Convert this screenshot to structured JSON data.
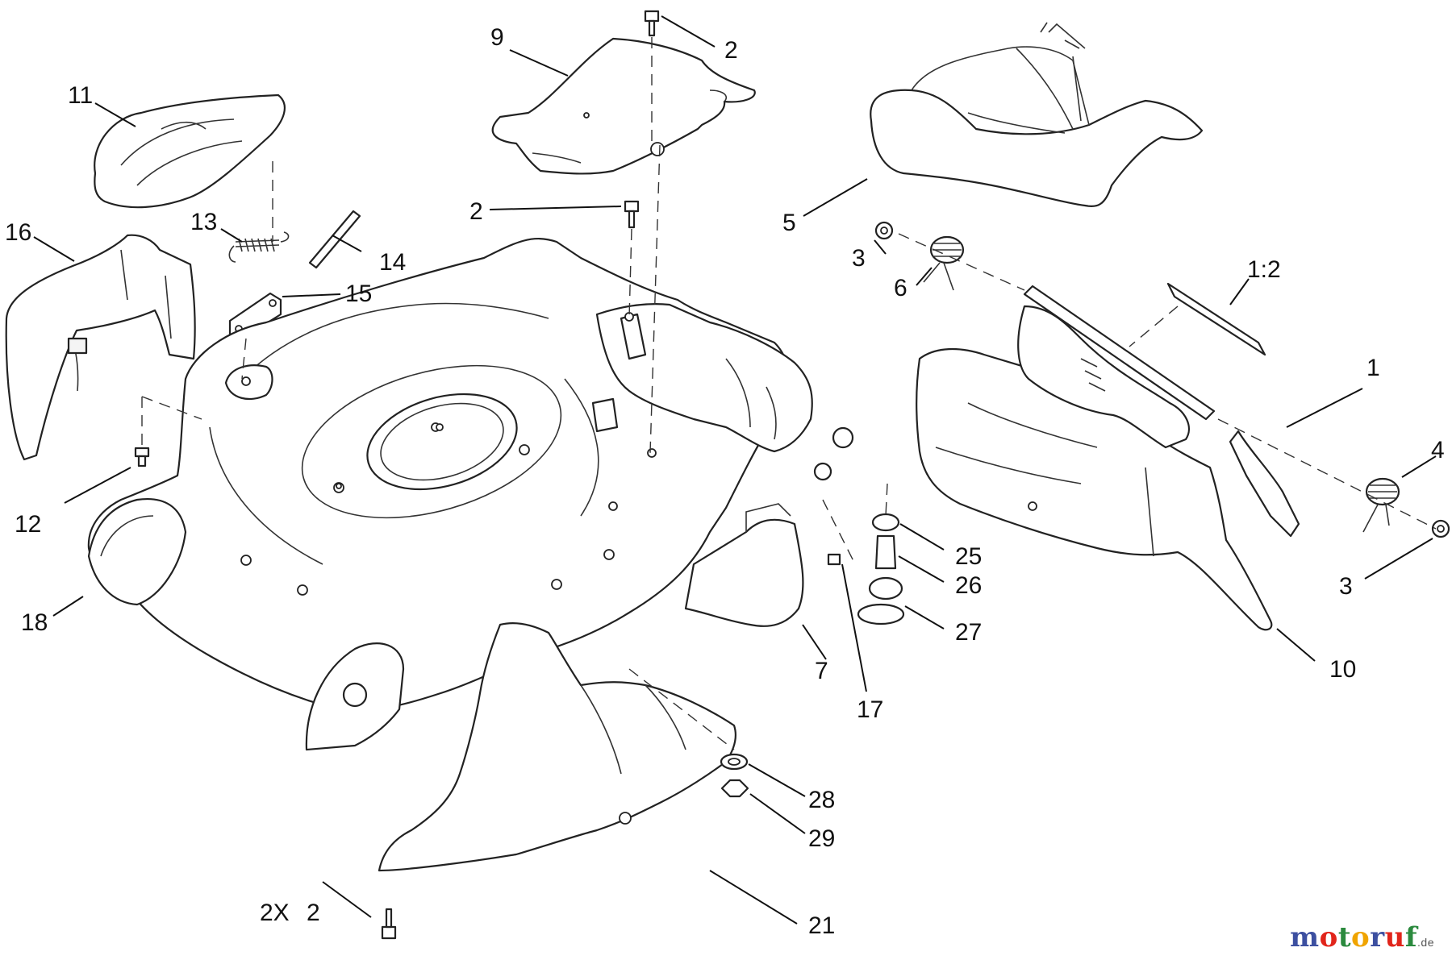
{
  "callouts": [
    {
      "id": "c11",
      "text": "11"
    },
    {
      "id": "c16",
      "text": "16"
    },
    {
      "id": "c13",
      "text": "13"
    },
    {
      "id": "c14",
      "text": "14"
    },
    {
      "id": "c15",
      "text": "15"
    },
    {
      "id": "c12",
      "text": "12"
    },
    {
      "id": "c18",
      "text": "18"
    },
    {
      "id": "c9",
      "text": "9"
    },
    {
      "id": "c2a",
      "text": "2"
    },
    {
      "id": "c2b",
      "text": "2"
    },
    {
      "id": "c5",
      "text": "5"
    },
    {
      "id": "c3a",
      "text": "3"
    },
    {
      "id": "c6",
      "text": "6"
    },
    {
      "id": "c12r",
      "text": "1:2"
    },
    {
      "id": "c1",
      "text": "1"
    },
    {
      "id": "c4",
      "text": "4"
    },
    {
      "id": "c3b",
      "text": "3"
    },
    {
      "id": "c10",
      "text": "10"
    },
    {
      "id": "c25",
      "text": "25"
    },
    {
      "id": "c26",
      "text": "26"
    },
    {
      "id": "c27",
      "text": "27"
    },
    {
      "id": "c7",
      "text": "7"
    },
    {
      "id": "c17",
      "text": "17"
    },
    {
      "id": "c28",
      "text": "28"
    },
    {
      "id": "c29",
      "text": "29"
    },
    {
      "id": "c21",
      "text": "21"
    },
    {
      "id": "c2x",
      "text": "2X"
    },
    {
      "id": "c2c",
      "text": "2"
    }
  ],
  "watermark": {
    "letters": [
      "m",
      "o",
      "t",
      "o",
      "r",
      "u",
      "f"
    ],
    "letter_colors": [
      "#3c4fa0",
      "#e1251b",
      "#2b8a3e",
      "#f0a400",
      "#3c4fa0",
      "#e1251b",
      "#2b8a3e"
    ],
    "suffix": ".de"
  },
  "colors": {
    "line": "#222222",
    "background": "#ffffff"
  }
}
